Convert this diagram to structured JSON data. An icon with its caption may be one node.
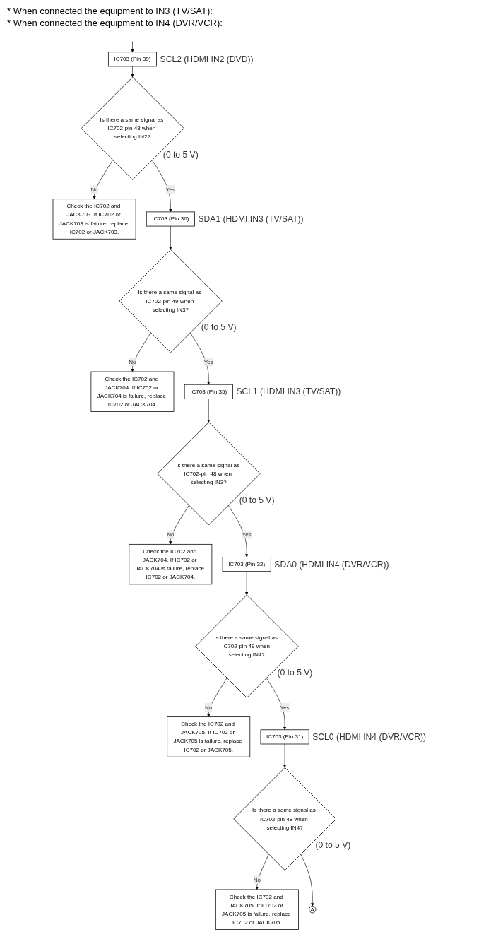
{
  "diagram": {
    "nodes": [
      {
        "text": [
          "IC703 (Pin 39)"
        ],
        "beside": [
          "SCL2 (HDMI IN2 (DVD))"
        ]
      },
      {
        "text": [
          "Is there a same signal as IC702-pin 48 when selecting IN2?"
        ],
        "beside": [
          "(0 to 5 V)"
        ]
      },
      {
        "text": [
          "Check the IC702 and JACK703. If IC702 or JACK703 is failure, replace IC702 or JACK703."
        ]
      },
      {
        "text": [
          "IC703 (Pin 36)"
        ],
        "beside": [
          "SDA1 (HDMI IN3 (TV/SAT))"
        ]
      },
      {
        "text": [
          "Is there a same signal as IC702-pin 49 when selecting IN3?"
        ],
        "beside": [
          "(0 to 5 V)"
        ]
      },
      {
        "text": [
          "Check the IC702 and JACK704. If IC702 or JACK704 is failure, replace IC702 or JACK704."
        ]
      },
      {
        "text": [
          "IC703 (Pin 35)"
        ],
        "beside": [
          "SCL1 (HDMI IN3 (TV/SAT))"
        ]
      },
      {
        "text": [
          "Is there a same signal as IC702-pin 48 when selecting IN3?"
        ],
        "beside": [
          "(0 to 5 V)"
        ]
      },
      {
        "text": [
          "Check the IC702 and JACK704. If IC702 or JACK704 is failure, replace IC702 or JACK704."
        ]
      },
      {
        "text": [
          "IC703 (Pin 32)"
        ],
        "beside": [
          "SDA0 (HDMI IN4 (DVR/VCR))"
        ]
      },
      {
        "text": [
          "Is there a same signal as IC702-pin 49 when selecting IN4?"
        ],
        "beside": [
          "(0 to 5 V)"
        ]
      },
      {
        "text": [
          "Check the IC702 and JACK705. If IC702 or JACK705 is failure, replace IC702 or JACK705."
        ]
      },
      {
        "text": [
          "IC703 (Pin 31)"
        ],
        "beside": [
          "SCL0 (HDMI IN4 (DVR/VCR))"
        ]
      },
      {
        "text": [
          "Is there a same signal as IC702-pin 48 when selecting IN4?"
        ],
        "beside": [
          "(0 to 5 V)"
        ]
      },
      {
        "text": [
          "Check the IC702 and JACK705. If IC702 or JACK705 is failure, replace IC702 or JACK705."
        ]
      },
      {
        "text": [
          "A"
        ]
      }
    ],
    "edges": [
      {
        "from": null,
        "to": 0,
        "arrow": "to"
      },
      {
        "from": 0,
        "to": 1,
        "arrow": "to"
      },
      {
        "from": 1,
        "to": 2,
        "arrow": "to",
        "label": "No"
      },
      {
        "from": 1,
        "to": 3,
        "arrow": "to",
        "label": "Yes"
      },
      {
        "from": 3,
        "to": 4,
        "arrow": "to"
      },
      {
        "from": 4,
        "to": 5,
        "arrow": "to",
        "label": "No"
      },
      {
        "from": 4,
        "to": 6,
        "arrow": "to",
        "label": "Yes"
      },
      {
        "from": 6,
        "to": 7,
        "arrow": "to"
      },
      {
        "from": 7,
        "to": 8,
        "arrow": "to",
        "label": "No"
      },
      {
        "from": 7,
        "to": 9,
        "arrow": "to",
        "label": "Yes"
      },
      {
        "from": 9,
        "to": 10,
        "arrow": "to"
      },
      {
        "from": 10,
        "to": 11,
        "arrow": "to",
        "label": "No"
      },
      {
        "from": 10,
        "to": 12,
        "arrow": "to",
        "label": "Yes"
      },
      {
        "from": 12,
        "to": 13,
        "arrow": "to"
      },
      {
        "from": 13,
        "to": 14,
        "arrow": "to",
        "label": "No"
      },
      {
        "from": 13,
        "to": 15,
        "arrow": "to"
      }
    ],
    "labels": [
      "* When connected the equipment to IN3 (TV/SAT):",
      "* When connected the equipment to IN4 (DVR/VCR):"
    ]
  }
}
